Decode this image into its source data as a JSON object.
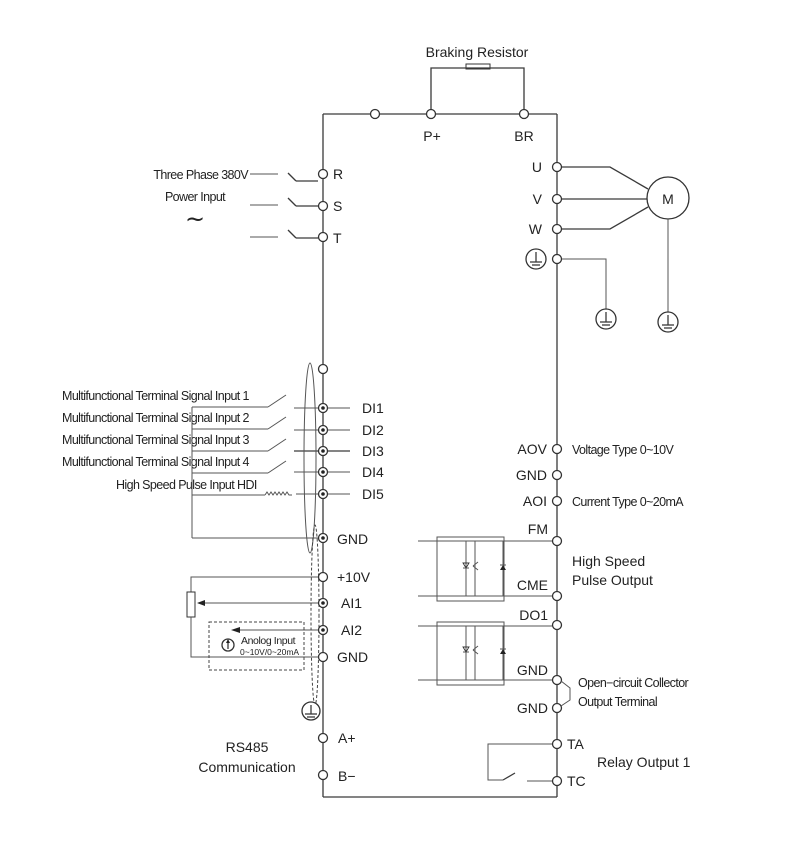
{
  "title": "Frequency Inverter Wiring Diagram",
  "braking": {
    "label": "Braking Resistor",
    "p_plus": "P+",
    "br": "BR"
  },
  "power_input": {
    "line1": "Three Phase 380V",
    "line2": "Power Input",
    "symbol": "~",
    "terminals": [
      "R",
      "S",
      "T"
    ]
  },
  "motor": {
    "label": "M",
    "terminals": [
      "U",
      "V",
      "W"
    ]
  },
  "digital_inputs": {
    "sources": [
      "Multifunctional Terminal Signal Input 1",
      "Multifunctional Terminal Signal Input 2",
      "Multifunctional Terminal Signal Input 3",
      "Multifunctional Terminal Signal Input 4",
      "High Speed Pulse Input HDI"
    ],
    "terminals": [
      "DI1",
      "DI2",
      "DI3",
      "DI4",
      "DI5"
    ],
    "gnd": "GND"
  },
  "analog_inputs": {
    "plus10v": "+10V",
    "ai1": "AI1",
    "ai2": "AI2",
    "gnd": "GND",
    "box_line1": "Anolog Input",
    "box_line2": "0~10V/0~20mA"
  },
  "rs485": {
    "line1": "RS485",
    "line2": "Communication",
    "a_plus": "A+",
    "b_minus": "B−"
  },
  "analog_outputs": {
    "aov": "AOV",
    "aov_desc": "Voltage Type 0~10V",
    "gnd": "GND",
    "aoi": "AOI",
    "aoi_desc": "Current Type 0~20mA"
  },
  "pulse_output": {
    "fm": "FM",
    "cme": "CME",
    "line1": "High Speed",
    "line2": "Pulse Output"
  },
  "open_collector": {
    "do1": "DO1",
    "gnd1": "GND",
    "gnd2": "GND",
    "line1": "Open−circuit Collector",
    "line2": "Output Terminal"
  },
  "relay": {
    "ta": "TA",
    "tc": "TC",
    "label": "Relay Output 1"
  }
}
